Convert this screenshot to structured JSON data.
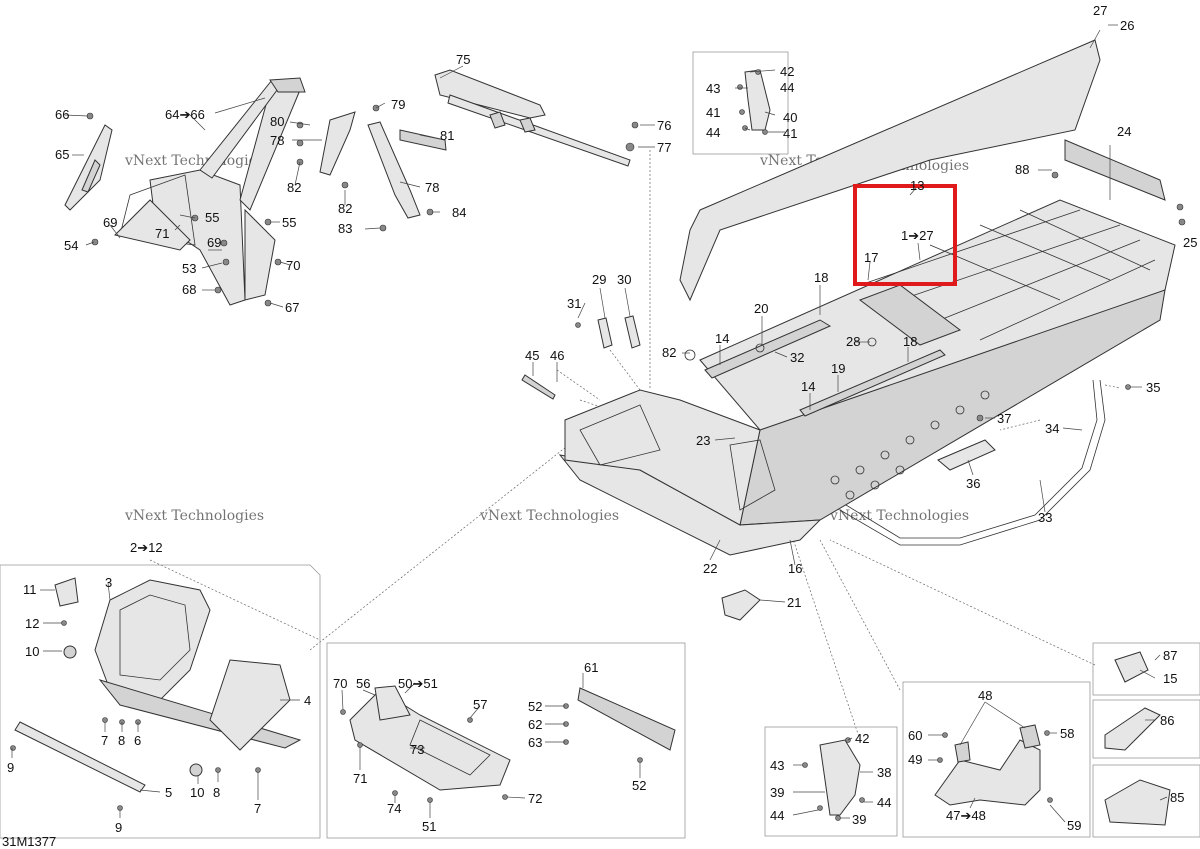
{
  "diagram_code": "31M1377",
  "watermark": {
    "line1": "vNext Technologies",
    "line2": "Technologies"
  },
  "highlight_color": "#e01a1a",
  "labels": [
    {
      "id": "l27a",
      "text": "27"
    },
    {
      "id": "l26",
      "text": "26"
    },
    {
      "id": "l75",
      "text": "75"
    },
    {
      "id": "l42a",
      "text": "42"
    },
    {
      "id": "l43a",
      "text": "43"
    },
    {
      "id": "l44a",
      "text": "44"
    },
    {
      "id": "l41a",
      "text": "41"
    },
    {
      "id": "l40",
      "text": "40"
    },
    {
      "id": "l44b",
      "text": "44"
    },
    {
      "id": "l41b",
      "text": "41"
    },
    {
      "id": "l66",
      "text": "66"
    },
    {
      "id": "l64",
      "text": "64➔66"
    },
    {
      "id": "l80",
      "text": "80"
    },
    {
      "id": "l79",
      "text": "79"
    },
    {
      "id": "l78a",
      "text": "78"
    },
    {
      "id": "l81",
      "text": "81"
    },
    {
      "id": "l76",
      "text": "76"
    },
    {
      "id": "l77",
      "text": "77"
    },
    {
      "id": "l65",
      "text": "65"
    },
    {
      "id": "l82a",
      "text": "82"
    },
    {
      "id": "l78b",
      "text": "78"
    },
    {
      "id": "l82b",
      "text": "82"
    },
    {
      "id": "l84",
      "text": "84"
    },
    {
      "id": "l83",
      "text": "83"
    },
    {
      "id": "l69a",
      "text": "69"
    },
    {
      "id": "l55a",
      "text": "55"
    },
    {
      "id": "l55b",
      "text": "55"
    },
    {
      "id": "l54",
      "text": "54"
    },
    {
      "id": "l71a",
      "text": "71"
    },
    {
      "id": "l69b",
      "text": "69"
    },
    {
      "id": "l53",
      "text": "53"
    },
    {
      "id": "l70a",
      "text": "70"
    },
    {
      "id": "l68",
      "text": "68"
    },
    {
      "id": "l67",
      "text": "67"
    },
    {
      "id": "l13",
      "text": "13"
    },
    {
      "id": "l88",
      "text": "88"
    },
    {
      "id": "l24",
      "text": "24"
    },
    {
      "id": "l25",
      "text": "25"
    },
    {
      "id": "l1",
      "text": "1➔27"
    },
    {
      "id": "l17",
      "text": "17"
    },
    {
      "id": "l18a",
      "text": "18"
    },
    {
      "id": "l29",
      "text": "29"
    },
    {
      "id": "l30",
      "text": "30"
    },
    {
      "id": "l31",
      "text": "31"
    },
    {
      "id": "l20",
      "text": "20"
    },
    {
      "id": "l14a",
      "text": "14"
    },
    {
      "id": "l28",
      "text": "28"
    },
    {
      "id": "l18b",
      "text": "18"
    },
    {
      "id": "l82c",
      "text": "82"
    },
    {
      "id": "l32",
      "text": "32"
    },
    {
      "id": "l45",
      "text": "45"
    },
    {
      "id": "l46",
      "text": "46"
    },
    {
      "id": "l19",
      "text": "19"
    },
    {
      "id": "l14b",
      "text": "14"
    },
    {
      "id": "l35",
      "text": "35"
    },
    {
      "id": "l37",
      "text": "37"
    },
    {
      "id": "l34",
      "text": "34"
    },
    {
      "id": "l23",
      "text": "23"
    },
    {
      "id": "l36",
      "text": "36"
    },
    {
      "id": "l33",
      "text": "33"
    },
    {
      "id": "l2",
      "text": "2➔12"
    },
    {
      "id": "l22",
      "text": "22"
    },
    {
      "id": "l16",
      "text": "16"
    },
    {
      "id": "l21",
      "text": "21"
    },
    {
      "id": "l11",
      "text": "11"
    },
    {
      "id": "l3",
      "text": "3"
    },
    {
      "id": "l12",
      "text": "12"
    },
    {
      "id": "l10a",
      "text": "10"
    },
    {
      "id": "l4",
      "text": "4"
    },
    {
      "id": "l7a",
      "text": "7"
    },
    {
      "id": "l8a",
      "text": "8"
    },
    {
      "id": "l6",
      "text": "6"
    },
    {
      "id": "l9a",
      "text": "9"
    },
    {
      "id": "l5",
      "text": "5"
    },
    {
      "id": "l10b",
      "text": "10"
    },
    {
      "id": "l8b",
      "text": "8"
    },
    {
      "id": "l7b",
      "text": "7"
    },
    {
      "id": "l9b",
      "text": "9"
    },
    {
      "id": "l61",
      "text": "61"
    },
    {
      "id": "l70b",
      "text": "70"
    },
    {
      "id": "l56",
      "text": "56"
    },
    {
      "id": "l50",
      "text": "50➔51"
    },
    {
      "id": "l57",
      "text": "57"
    },
    {
      "id": "l52a",
      "text": "52"
    },
    {
      "id": "l62",
      "text": "62"
    },
    {
      "id": "l63",
      "text": "63"
    },
    {
      "id": "l73",
      "text": "73"
    },
    {
      "id": "l71b",
      "text": "71"
    },
    {
      "id": "l74",
      "text": "74"
    },
    {
      "id": "l72",
      "text": "72"
    },
    {
      "id": "l52b",
      "text": "52"
    },
    {
      "id": "l51",
      "text": "51"
    },
    {
      "id": "l87",
      "text": "87"
    },
    {
      "id": "l15",
      "text": "15"
    },
    {
      "id": "l48a",
      "text": "48"
    },
    {
      "id": "l86",
      "text": "86"
    },
    {
      "id": "l42b",
      "text": "42"
    },
    {
      "id": "l60",
      "text": "60"
    },
    {
      "id": "l58",
      "text": "58"
    },
    {
      "id": "l43b",
      "text": "43"
    },
    {
      "id": "l38",
      "text": "38"
    },
    {
      "id": "l49",
      "text": "49"
    },
    {
      "id": "l39a",
      "text": "39"
    },
    {
      "id": "l44c",
      "text": "44"
    },
    {
      "id": "l85",
      "text": "85"
    },
    {
      "id": "l44d",
      "text": "44"
    },
    {
      "id": "l39b",
      "text": "39"
    },
    {
      "id": "l47",
      "text": "47➔48"
    },
    {
      "id": "l59",
      "text": "59"
    }
  ]
}
